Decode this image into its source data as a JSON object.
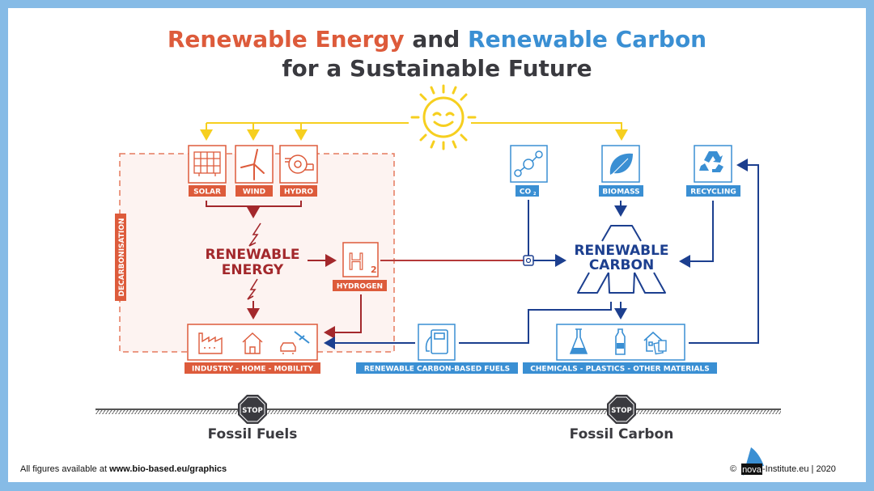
{
  "title": {
    "part1": "Renewable Energy",
    "part2": " and ",
    "part3": "Renewable Carbon",
    "line2": "for a Sustainable Future"
  },
  "colors": {
    "frame": "#86bbe6",
    "energy_orange": "#dd5b3b",
    "energy_dark_red": "#a3282c",
    "carbon_blue": "#3a8fd3",
    "carbon_navy": "#1c3f8f",
    "sun_yellow": "#f6cf1f",
    "text_dark": "#3a3a3f"
  },
  "energy": {
    "region_label": "DECARBONISATION",
    "sources": [
      {
        "label": "SOLAR",
        "icon": "solar-panel-icon"
      },
      {
        "label": "WIND",
        "icon": "wind-turbine-icon"
      },
      {
        "label": "HYDRO",
        "icon": "hydro-turbine-icon"
      }
    ],
    "center_line1": "RENEWABLE",
    "center_line2": "ENERGY",
    "hydrogen_label": "HYDROGEN",
    "hydrogen_symbol": "H",
    "hydrogen_sub": "2",
    "uses_label": "INDUSTRY - HOME - MOBILITY"
  },
  "carbon": {
    "sources": [
      {
        "label": "CO",
        "sub": "2",
        "icon": "molecule-icon"
      },
      {
        "label": "BIOMASS",
        "icon": "leaf-icon"
      },
      {
        "label": "RECYCLING",
        "icon": "recycle-icon"
      }
    ],
    "center_line1": "RENEWABLE",
    "center_line2": "CARBON",
    "fuels_label": "RENEWABLE CARBON-BASED FUELS",
    "materials_label": "CHEMICALS - PLASTICS - OTHER MATERIALS"
  },
  "ground": {
    "stop_text": "STOP",
    "left_label": "Fossil Fuels",
    "right_label": "Fossil Carbon"
  },
  "footer": {
    "left_prefix": "All figures available at ",
    "left_link": "www.bio-based.eu/graphics",
    "copyright": "©",
    "logo_text": "nova",
    "right_text": "-Institute.eu | 2020"
  }
}
